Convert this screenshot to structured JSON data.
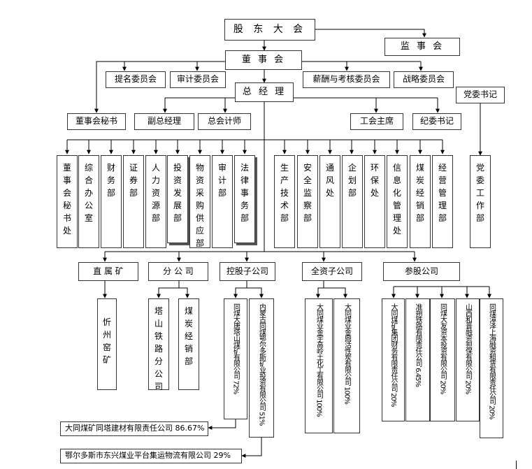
{
  "top": {
    "shareholders": "股 东 大 会",
    "supervisors": "监 事 会",
    "board": "董 事 会",
    "gm": "总 经 理",
    "party_secretary": "党委书记"
  },
  "committees": [
    "提名委员会",
    "审计委员会",
    "薪酬与考核委员会",
    "战略委员会"
  ],
  "executives": [
    "董事会秘书",
    "副总经理",
    "总会计师",
    "工会主席",
    "纪委书记"
  ],
  "departments_left": [
    "董事会秘书处",
    "综合办公室",
    "财务部",
    "证券部",
    "人力资源部",
    "投资发展部",
    "物资采购供应部",
    "审计部",
    "法律事务部"
  ],
  "departments_right": [
    "生产技术部",
    "安全监察部",
    "通风处",
    "企划部",
    "环保处",
    "信息化管理处",
    "煤炭经销部",
    "经营管理部"
  ],
  "party_dept": "党委工作部",
  "categories": [
    "直 属 矿",
    "分 公 司",
    "控股子公司",
    "全资子公司",
    "参股公司"
  ],
  "direct_mines": [
    "忻州窑矿"
  ],
  "branches": [
    "塔山铁路分公司",
    "煤炭经销部"
  ],
  "holding_subs": [
    "同煤大唐塔山煤矿有限公司 72%",
    "内蒙古同煤鄂尔多斯矿业投资有限公司 51%"
  ],
  "wholly_owned": [
    "大同煤业金宇高岭土化工有限公司 100%",
    "大同煤业金鼎活性炭有限公司 100%"
  ],
  "equity_holdings": [
    "大同煤矿集团财务有限责任公司 20%",
    "准朔铁路有限责任公司 6.45%",
    "同煤大友资本投资有限公司 20%",
    "山西和晋融资担保有限公司 20%",
    "同煤漳泽上海融资租赁有限责任公司 20%"
  ],
  "sub_companies": [
    "大同煤矿同塔建材有限责任公司 86.67%",
    "鄂尔多斯市东兴煤业平台集运物流有限公司 29%"
  ]
}
